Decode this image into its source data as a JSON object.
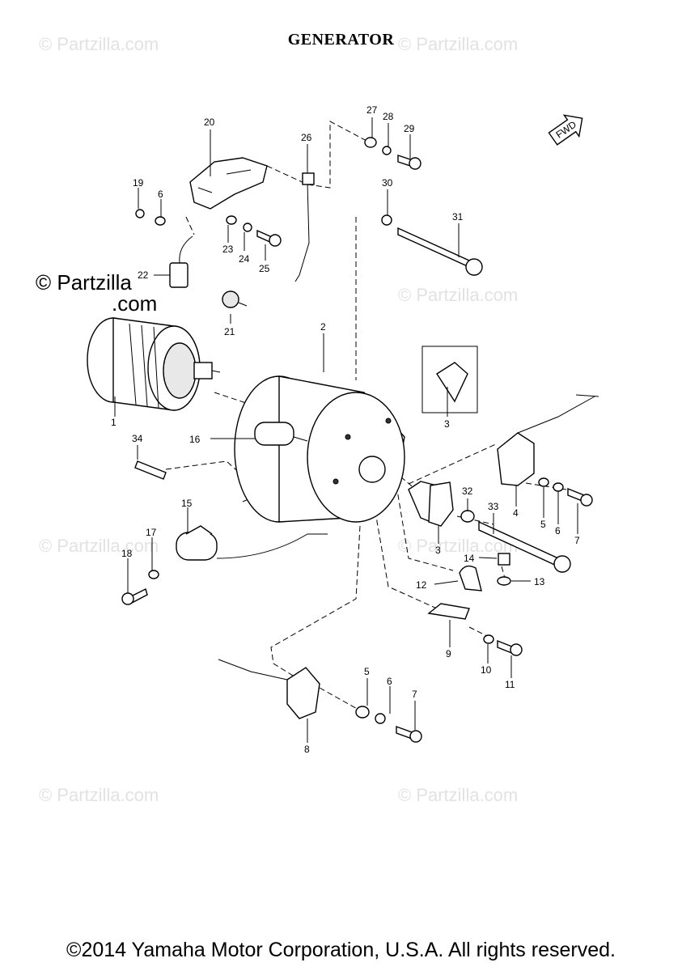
{
  "title": "GENERATOR",
  "copyright": "©2014 Yamaha Motor Corporation, U.S.A. All rights reserved.",
  "watermark": "© Partzilla.com",
  "fwd_label": "FWD",
  "callouts": {
    "c1": "1",
    "c2": "2",
    "c3a": "3",
    "c3b": "3",
    "c4": "4",
    "c5a": "5",
    "c5b": "5",
    "c6a": "6",
    "c6b": "6",
    "c6c": "6",
    "c7a": "7",
    "c7b": "7",
    "c8": "8",
    "c9": "9",
    "c10": "10",
    "c11": "11",
    "c12": "12",
    "c13": "13",
    "c14": "14",
    "c15": "15",
    "c16": "16",
    "c17": "17",
    "c18": "18",
    "c19": "19",
    "c20": "20",
    "c21": "21",
    "c22": "22",
    "c23": "23",
    "c24": "24",
    "c25": "25",
    "c26": "26",
    "c27": "27",
    "c28": "28",
    "c29": "29",
    "c30": "30",
    "c31": "31",
    "c32": "32",
    "c33": "33",
    "c34": "34"
  }
}
